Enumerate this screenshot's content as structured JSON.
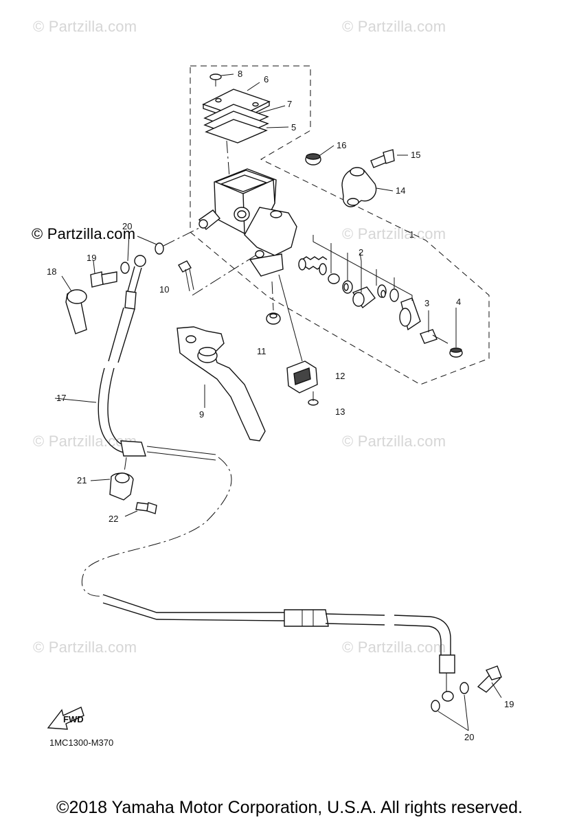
{
  "watermarks": {
    "text": "© Partzilla.com",
    "dark_text": "© Partzilla.com"
  },
  "diagram_code": "1MC1300-M370",
  "copyright": "©2018 Yamaha Motor Corporation, U.S.A. All rights reserved.",
  "fwd_label": "FWD",
  "callouts": {
    "c1": "1",
    "c2": "2",
    "c3": "3",
    "c4": "4",
    "c5": "5",
    "c6": "6",
    "c7": "7",
    "c8": "8",
    "c9": "9",
    "c10": "10",
    "c11": "11",
    "c12": "12",
    "c13": "13",
    "c14": "14",
    "c15": "15",
    "c16": "16",
    "c17": "17",
    "c18": "18",
    "c19a": "19",
    "c19b": "19",
    "c20a": "20",
    "c20b": "20",
    "c21": "21",
    "c22": "22"
  }
}
